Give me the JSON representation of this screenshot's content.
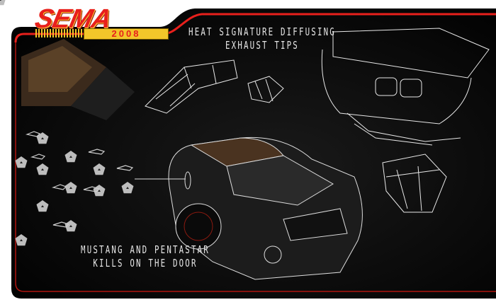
{
  "logo": {
    "brand": "SEMA",
    "year": "2008"
  },
  "captions": {
    "exhaust": [
      "HEAT SIGNATURE DIFFUSING",
      "EXHAUST TIPS"
    ],
    "door": [
      "MUSTANG AND PENTASTAR",
      "KILLS ON THE DOOR"
    ]
  },
  "colors": {
    "accent": "#e8201c",
    "panel": "#050505",
    "gold": "#f3c62a"
  }
}
